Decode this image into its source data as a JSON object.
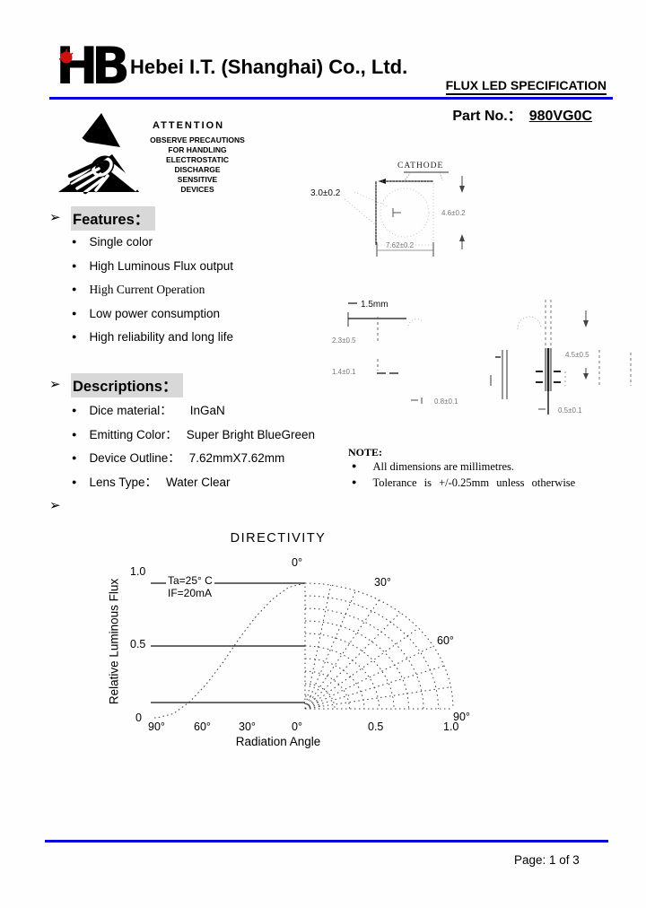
{
  "ui": {
    "section_arrow": "➢",
    "bullet": "●"
  },
  "header": {
    "logo_text": "HB",
    "company": "Hebei I.T. (Shanghai) Co., Ltd.",
    "doc_title": "FLUX LED SPECIFICATION",
    "part_no_label": "Part No.：",
    "part_no_value": "980VG0C",
    "accent_blue": "#0000dd",
    "logo_dot_red": "#cc1111"
  },
  "esd": {
    "title": "ATTENTION",
    "lines": [
      "OBSERVE PRECAUTIONS",
      "FOR HANDLING",
      "ELECTROSTATIC",
      "DISCHARGE",
      "SENSITIVE",
      "DEVICES"
    ]
  },
  "features": {
    "heading": "Features：",
    "items": [
      "Single color",
      "High Luminous Flux output",
      "High Current Operation",
      "Low power consumption",
      "High reliability and long life"
    ]
  },
  "descriptions": {
    "heading": "Descriptions：",
    "items": [
      {
        "label": "Dice material：",
        "value": "InGaN"
      },
      {
        "label": "Emitting Color：",
        "value": "Super Bright BlueGreen"
      },
      {
        "label": "Device Outline：",
        "value": "7.62mmX7.62mm"
      },
      {
        "label": "Lens Type：",
        "value": "Water Clear"
      }
    ]
  },
  "drawings": {
    "cathode_label": "CATHODE",
    "dim_3_0": "3.0±0.2",
    "dim_bottom1": "7.62±0.2",
    "dim_right1": "4.6±0.2",
    "dim_1_5": "1.5mm",
    "dim_left2a": "2.3±0.5",
    "dim_left2b": "1.4±0.1",
    "dim_mid2": "0.8±0.1",
    "dim_right2a": "4.5±0.5",
    "dim_right2b": "0.5±0.1"
  },
  "note": {
    "heading": "NOTE:",
    "items": [
      "All dimensions are millimetres.",
      "Tolerance is  +/-0.25mm unless otherwise"
    ]
  },
  "chart_data": {
    "type": "line",
    "title": "DIRECTIVITY",
    "annotations": [
      "Ta=25° C",
      "IF=20mA"
    ],
    "ylabel": "Relative Luminous Flux",
    "xlabel": "Radiation Angle",
    "y_ticks": [
      "1.0",
      "0.5",
      "0"
    ],
    "x_ticks_left": [
      "90°",
      "60°",
      "30°",
      "0°"
    ],
    "x_ticks_right": [
      "0.5",
      "1.0"
    ],
    "x_tick_right_end": "90°",
    "polar_labels": [
      "0°",
      "30°",
      "60°"
    ],
    "grid_y_values": [
      1.0,
      0.5,
      0.05
    ],
    "series": [
      {
        "name": "relative luminous flux",
        "x_deg": [
          90,
          80,
          70,
          60,
          50,
          40,
          30,
          20,
          10,
          0
        ],
        "y": [
          0.0,
          0.03,
          0.12,
          0.25,
          0.41,
          0.59,
          0.75,
          0.88,
          0.97,
          1.0
        ]
      }
    ],
    "polar_grid": {
      "radii_step": 0.1,
      "angle_step_deg": 10,
      "r_max": 1.0
    },
    "ylim": [
      0,
      1.0
    ],
    "grid": true,
    "legend": false
  },
  "footer": {
    "page_label": "Page: 1 of 3"
  }
}
